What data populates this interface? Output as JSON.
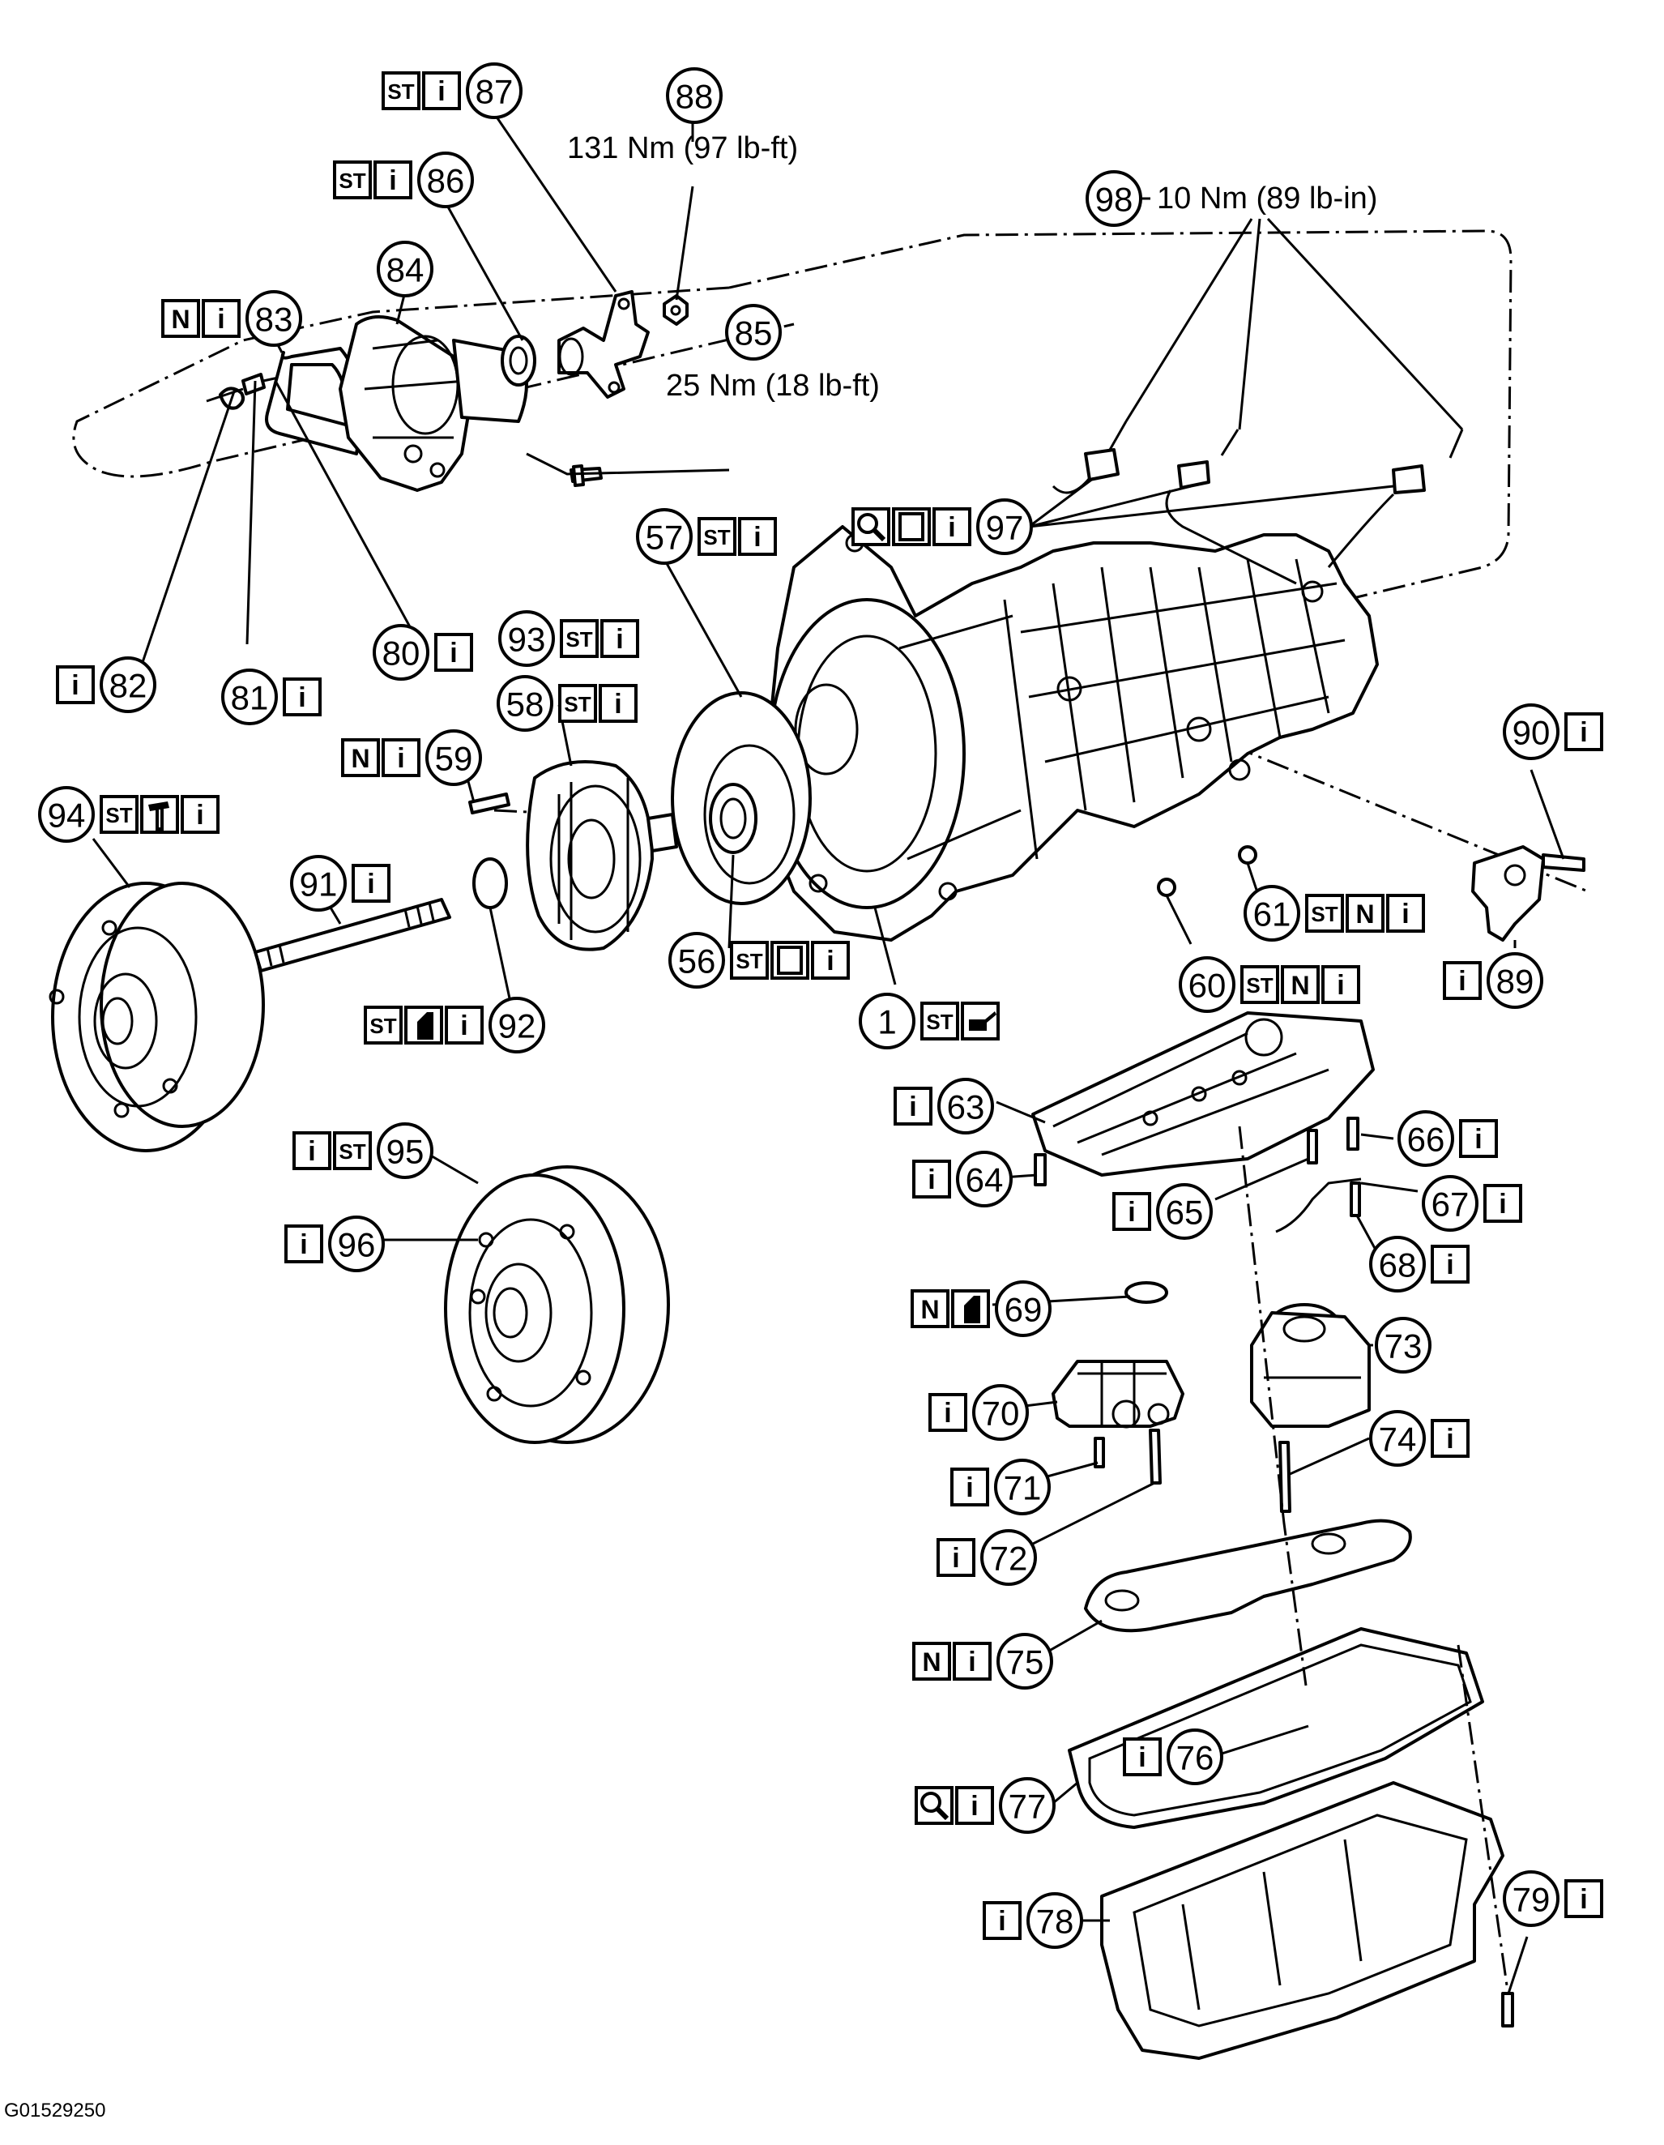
{
  "figure_id": "G01529250",
  "callouts": [
    {
      "n": "87",
      "icons": [
        "ST",
        "i"
      ]
    },
    {
      "n": "88",
      "torque": "131 Nm (97 lb-ft)"
    },
    {
      "n": "86",
      "icons": [
        "ST",
        "i"
      ]
    },
    {
      "n": "98",
      "torque": "10 Nm (89 lb-in)"
    },
    {
      "n": "84",
      "icons": []
    },
    {
      "n": "83",
      "icons": [
        "N",
        "i"
      ]
    },
    {
      "n": "85",
      "torque": "25 Nm (18 lb-ft)"
    },
    {
      "n": "97",
      "icons": [
        "magnifier",
        "P",
        "i"
      ]
    },
    {
      "n": "57",
      "icons": [
        "ST",
        "i"
      ]
    },
    {
      "n": "82",
      "icons": [
        "i"
      ]
    },
    {
      "n": "80",
      "icons": [
        "i"
      ]
    },
    {
      "n": "93",
      "icons": [
        "ST",
        "i"
      ]
    },
    {
      "n": "81",
      "icons": [
        "i"
      ]
    },
    {
      "n": "58",
      "icons": [
        "ST",
        "i"
      ]
    },
    {
      "n": "90",
      "icons": [
        "i"
      ]
    },
    {
      "n": "59",
      "icons": [
        "N",
        "i"
      ]
    },
    {
      "n": "94",
      "icons": [
        "ST",
        "hammer",
        "i"
      ]
    },
    {
      "n": "91",
      "icons": [
        "i"
      ]
    },
    {
      "n": "61",
      "icons": [
        "ST",
        "N",
        "i"
      ]
    },
    {
      "n": "56",
      "icons": [
        "ST",
        "P",
        "i"
      ]
    },
    {
      "n": "60",
      "icons": [
        "ST",
        "N",
        "i"
      ]
    },
    {
      "n": "89",
      "icons": [
        "i"
      ]
    },
    {
      "n": "92",
      "icons": [
        "ST",
        "sealant",
        "i"
      ]
    },
    {
      "n": "1",
      "icons": [
        "ST",
        "oil-can"
      ]
    },
    {
      "n": "63",
      "icons": [
        "i"
      ]
    },
    {
      "n": "66",
      "icons": [
        "i"
      ]
    },
    {
      "n": "95",
      "icons": [
        "i",
        "ST"
      ]
    },
    {
      "n": "64",
      "icons": [
        "i"
      ]
    },
    {
      "n": "65",
      "icons": [
        "i"
      ]
    },
    {
      "n": "67",
      "icons": [
        "i"
      ]
    },
    {
      "n": "96",
      "icons": [
        "i"
      ]
    },
    {
      "n": "68",
      "icons": [
        "i"
      ]
    },
    {
      "n": "69",
      "icons": [
        "N",
        "sealant"
      ]
    },
    {
      "n": "73",
      "icons": []
    },
    {
      "n": "70",
      "icons": [
        "i"
      ]
    },
    {
      "n": "74",
      "icons": [
        "i"
      ]
    },
    {
      "n": "71",
      "icons": [
        "i"
      ]
    },
    {
      "n": "72",
      "icons": [
        "i"
      ]
    },
    {
      "n": "75",
      "icons": [
        "N",
        "i"
      ]
    },
    {
      "n": "76",
      "icons": [
        "i"
      ]
    },
    {
      "n": "77",
      "icons": [
        "magnifier",
        "i"
      ]
    },
    {
      "n": "78",
      "icons": [
        "i"
      ]
    },
    {
      "n": "79",
      "icons": [
        "i"
      ]
    }
  ]
}
